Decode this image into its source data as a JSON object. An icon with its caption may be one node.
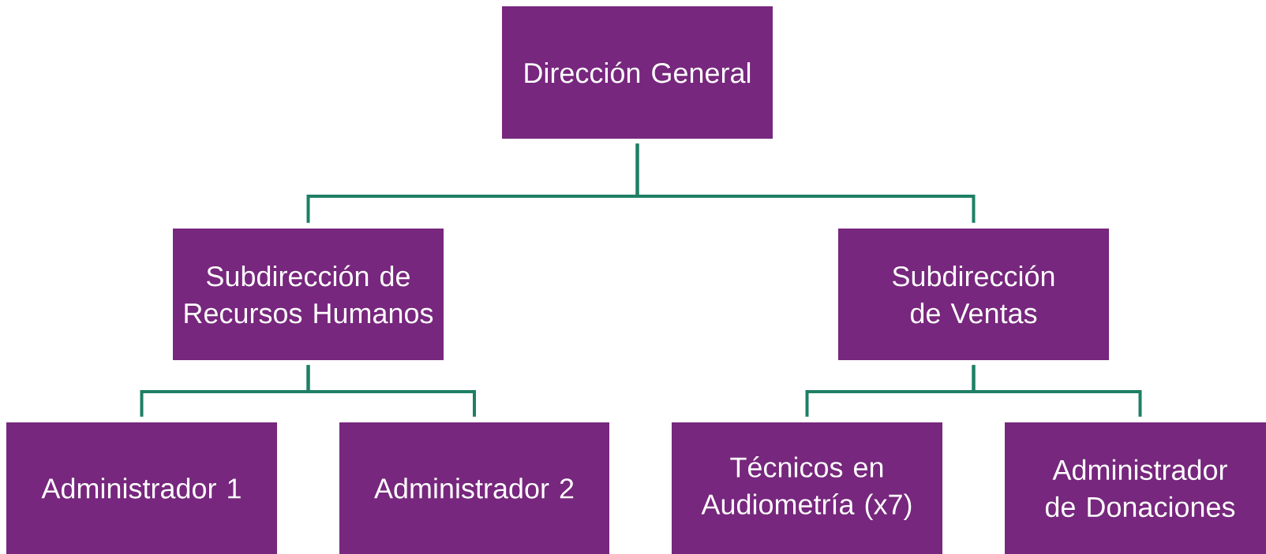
{
  "diagram": {
    "nodes": [
      {
        "text": [
          "Dirección General"
        ]
      },
      {
        "text": [
          "Subdirección de Recursos Humanos"
        ]
      },
      {
        "text": [
          "Subdirección de Ventas"
        ]
      },
      {
        "text": [
          "Administrador 1"
        ]
      },
      {
        "text": [
          "Administrador 2"
        ]
      },
      {
        "text": [
          "Técnicos en Audiometría (x7)"
        ]
      },
      {
        "text": [
          "Administrador de Donaciones"
        ]
      }
    ],
    "edges": [
      {
        "from": 0,
        "to": 1,
        "arrow": "none"
      },
      {
        "from": 0,
        "to": 2,
        "arrow": "none"
      },
      {
        "from": 1,
        "to": 3,
        "arrow": "none"
      },
      {
        "from": 1,
        "to": 4,
        "arrow": "none"
      },
      {
        "from": 2,
        "to": 5,
        "arrow": "none"
      },
      {
        "from": 2,
        "to": 6,
        "arrow": "none"
      }
    ]
  }
}
